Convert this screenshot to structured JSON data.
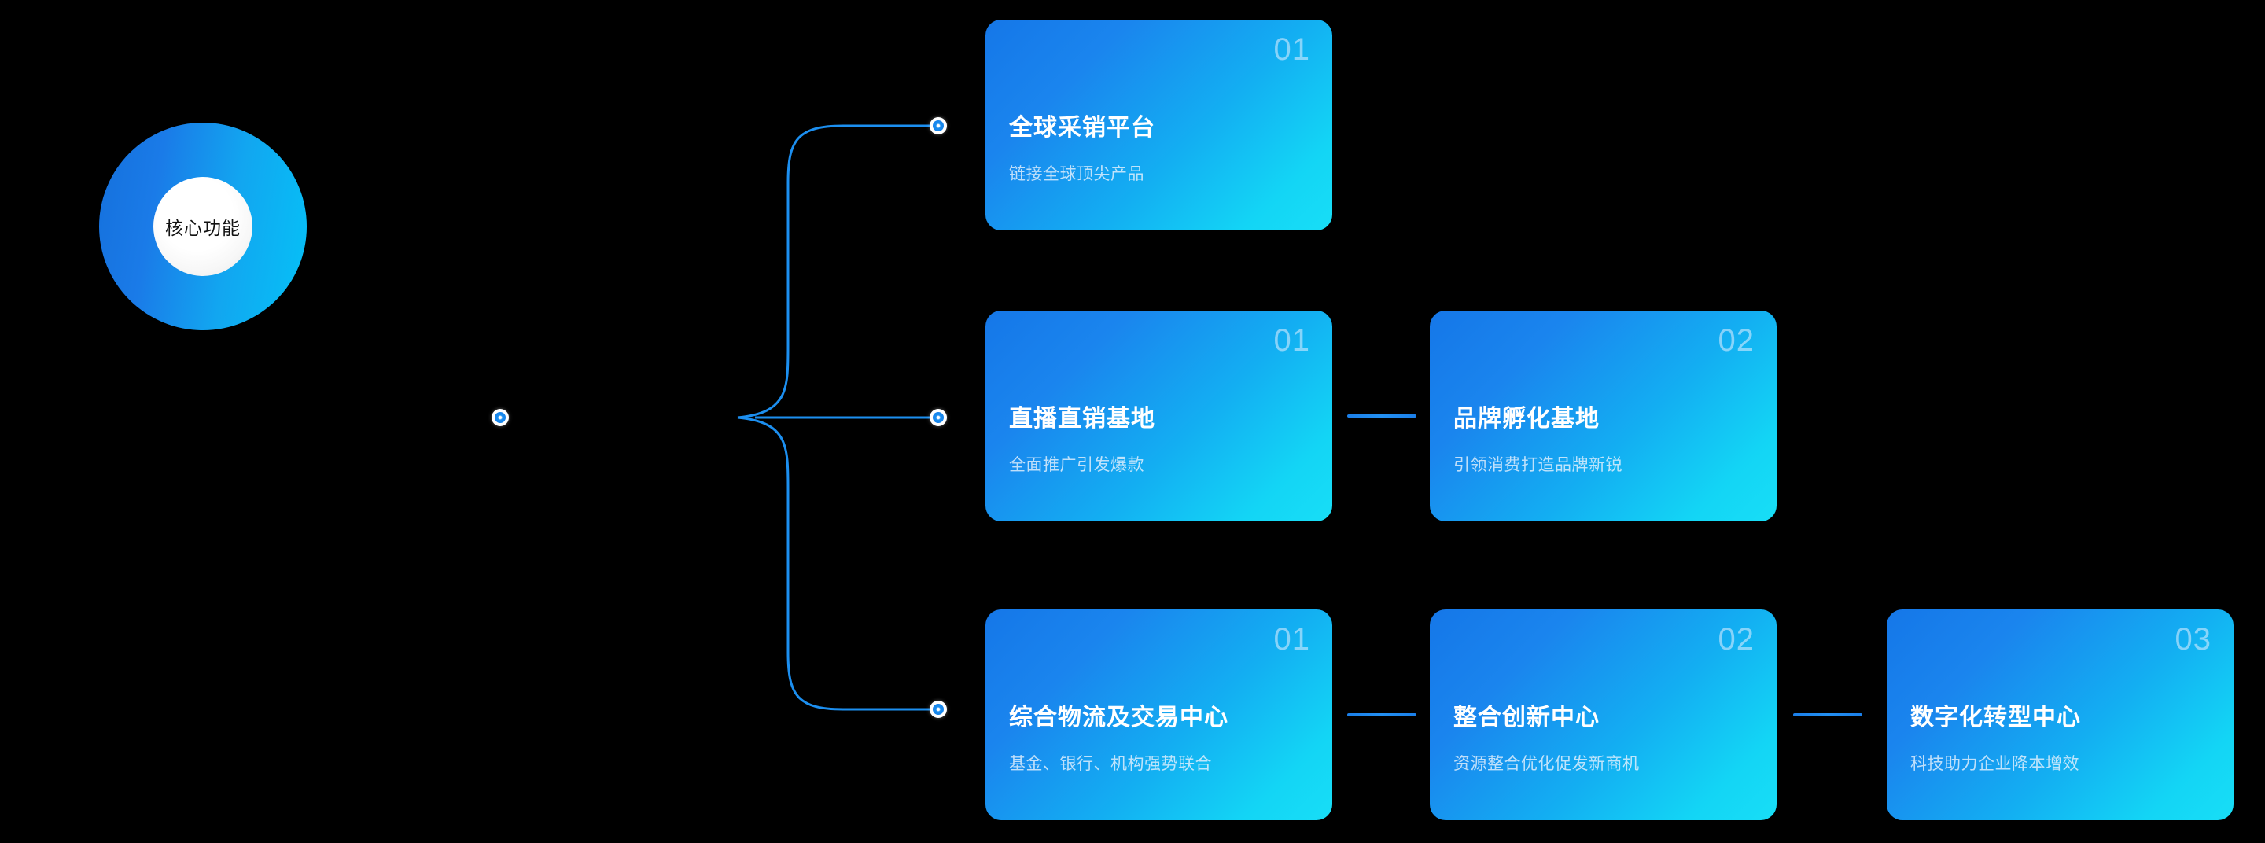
{
  "hub": {
    "label": "核心功能",
    "colors": {
      "outer_from": "#1570DC",
      "outer_to": "#05C2F7",
      "inner": "#FFFFFF",
      "text": "#111111"
    }
  },
  "theme": {
    "background": "#000000",
    "card_gradient_from": "#1577E8",
    "card_gradient_to": "#18DEF6",
    "wire": "#1C8FF0",
    "dot_ring": "#FFFFFF",
    "link_bar": "#1E90FF",
    "number_color": "rgba(232,240,255,0.55)",
    "desc_color": "rgba(228,240,252,0.82)"
  },
  "branches": [
    {
      "id": "branch-1",
      "node_dot": "connector-dot-row-1",
      "cards": [
        {
          "number": "01",
          "title": "全球采销平台",
          "desc": "链接全球顶尖产品"
        }
      ]
    },
    {
      "id": "branch-2",
      "node_dot": "connector-dot-row-2",
      "cards": [
        {
          "number": "01",
          "title": "直播直销基地",
          "desc": "全面推广引发爆款"
        },
        {
          "number": "02",
          "title": "品牌孵化基地",
          "desc": "引领消费打造品牌新锐"
        }
      ]
    },
    {
      "id": "branch-3",
      "node_dot": "connector-dot-row-3",
      "cards": [
        {
          "number": "01",
          "title": "综合物流及交易中心",
          "desc": "基金、银行、机构强势联合"
        },
        {
          "number": "02",
          "title": "整合创新中心",
          "desc": "资源整合优化促发新商机"
        },
        {
          "number": "03",
          "title": "数字化转型中心",
          "desc": "科技助力企业降本增效"
        }
      ]
    }
  ]
}
